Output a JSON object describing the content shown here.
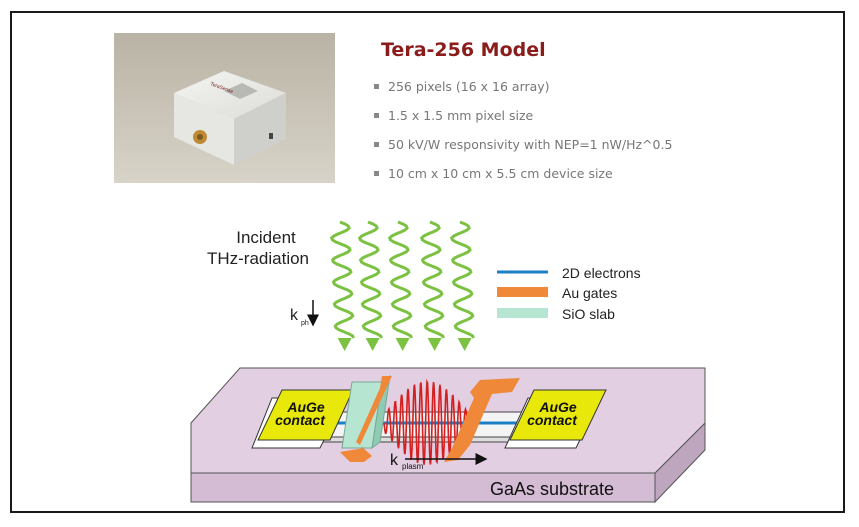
{
  "product": {
    "title": "Tera-256 Model",
    "photo_logo": "TeraSense",
    "specs": [
      "256 pixels (16 x 16 array)",
      "1.5 x 1.5 mm pixel size",
      "50 kV/W responsivity with NEP=1 nW/Hz^0.5",
      "10 cm x 10 cm x 5.5 cm device size"
    ]
  },
  "diagram": {
    "incident_line1": "Incident",
    "incident_line2": "THz-radiation",
    "k_ph": "k",
    "k_ph_sub": "ph",
    "legend": [
      {
        "label": "2D electrons",
        "color": "#1a7fc4"
      },
      {
        "label": "Au gates",
        "color": "#f0883a"
      },
      {
        "label": "SiO slab",
        "color": "#b6e6d2"
      }
    ],
    "contact_left_line1": "AuGe",
    "contact_left_line2": "contact",
    "contact_right_line1": "AuGe",
    "contact_right_line2": "contact",
    "k_plasm": "k",
    "k_plasm_sub": "plasm",
    "substrate_label": "GaAs substrate",
    "colors": {
      "wave": "#7cc242",
      "plasma": "#d42020",
      "substrate": "#e2cfe2",
      "contact": "#e8e80a"
    }
  }
}
